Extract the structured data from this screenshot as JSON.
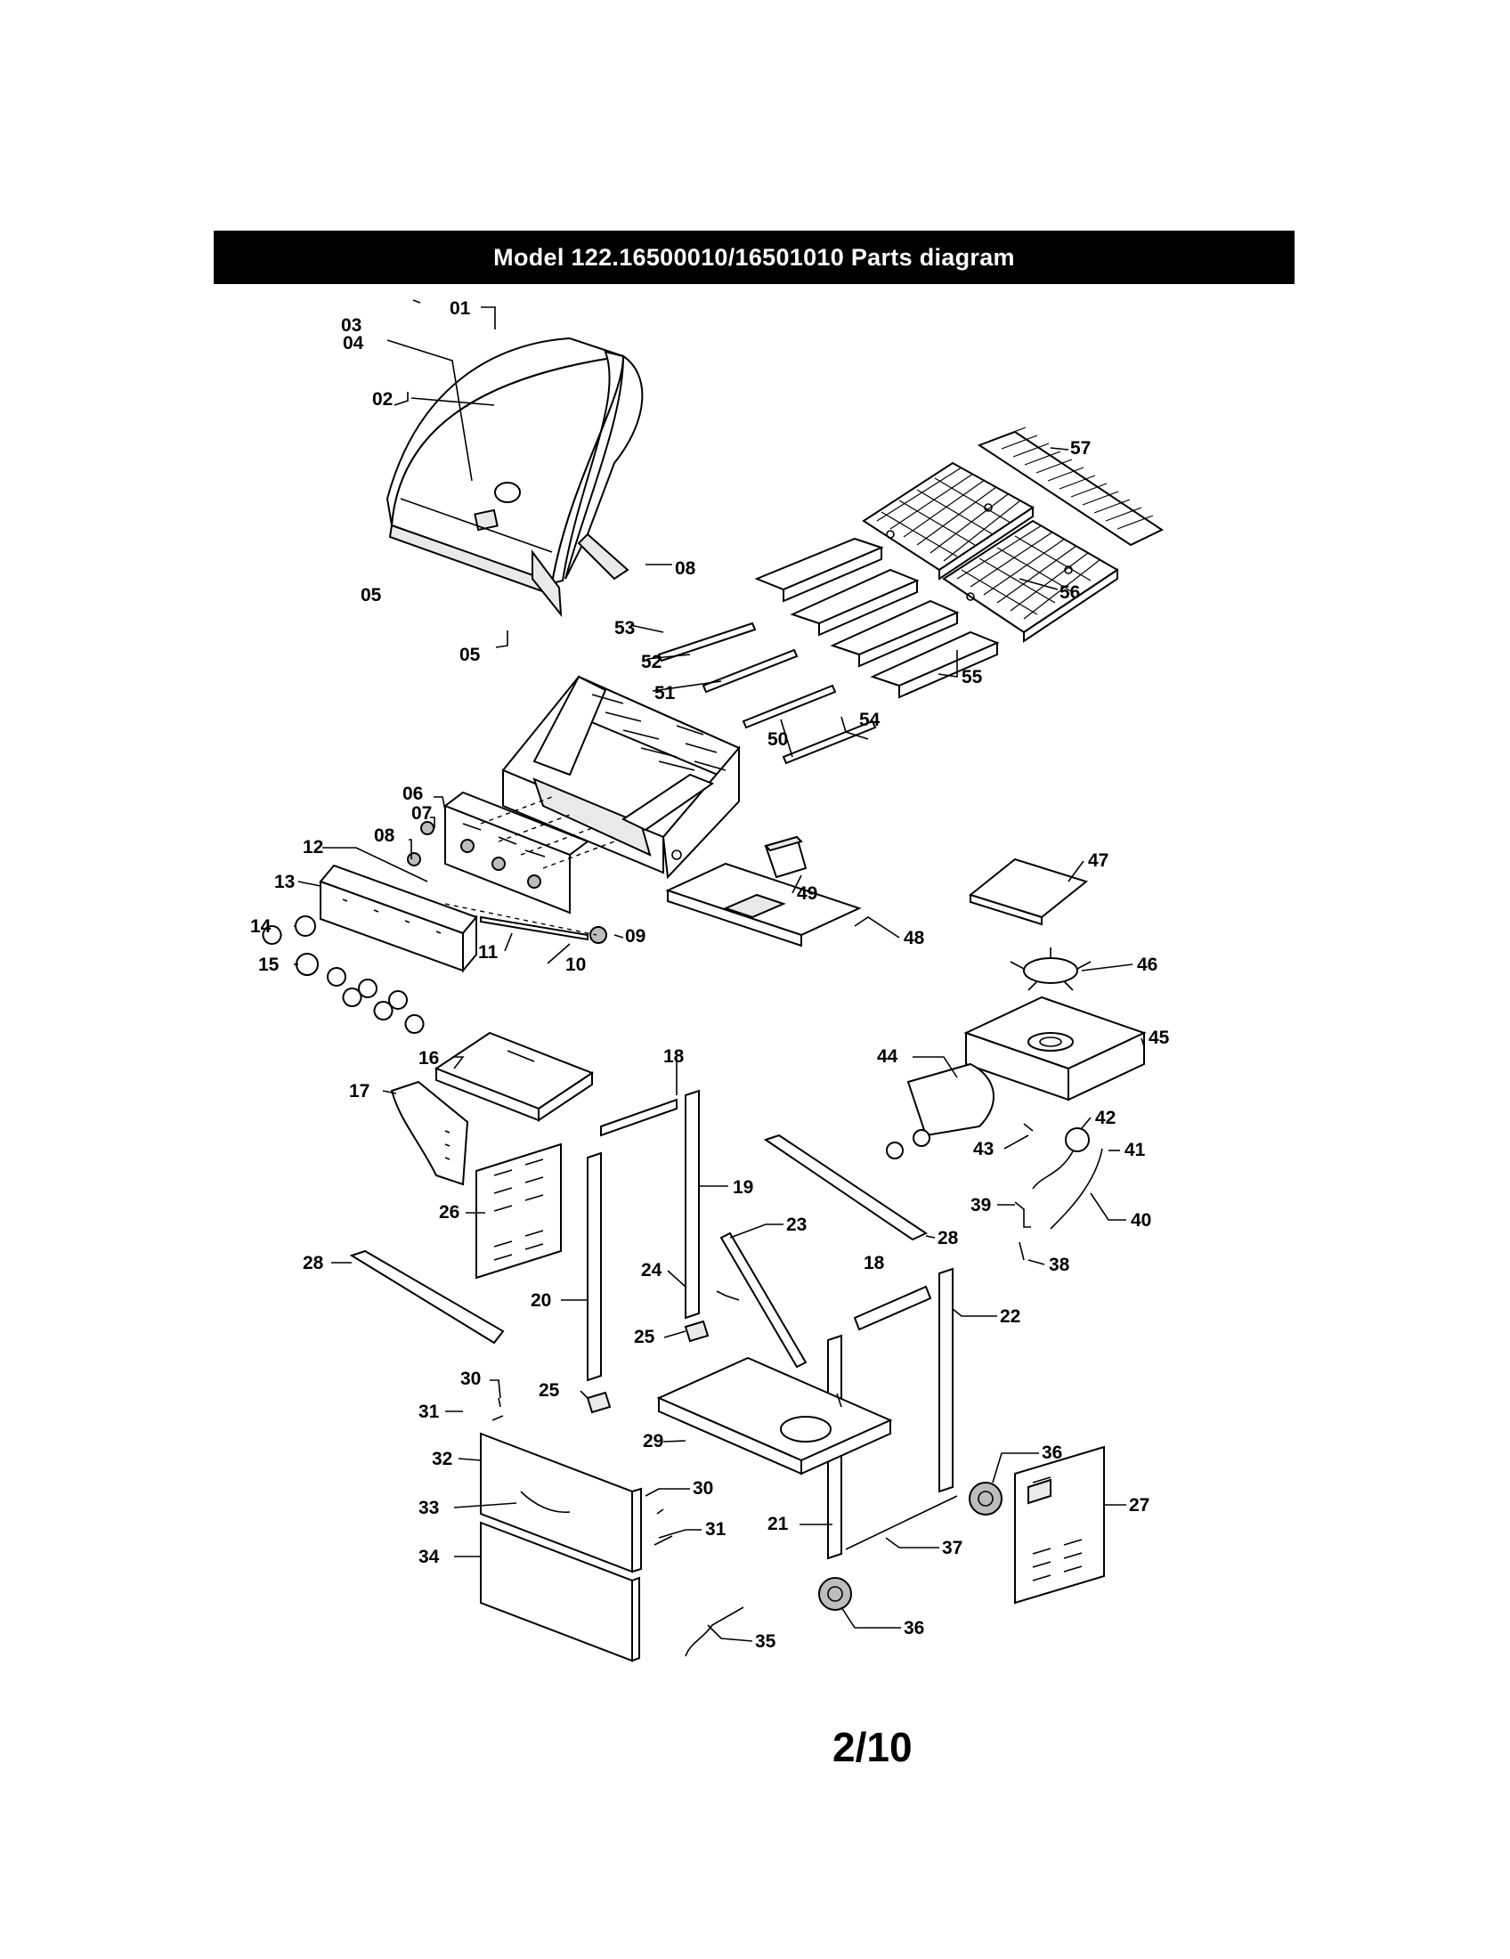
{
  "header": {
    "title": "Model 122.16500010/16501010 Parts diagram"
  },
  "footer": {
    "page": "2/10"
  },
  "part_labels": [
    "01",
    "02",
    "03",
    "04",
    "05",
    "05",
    "08",
    "53",
    "52",
    "51",
    "50",
    "54",
    "55",
    "56",
    "57",
    "06",
    "07",
    "08",
    "12",
    "13",
    "14",
    "15",
    "11",
    "10",
    "09",
    "47",
    "49",
    "48",
    "46",
    "45",
    "44",
    "43",
    "42",
    "41",
    "40",
    "39",
    "38",
    "16",
    "17",
    "18",
    "19",
    "26",
    "28",
    "23",
    "28",
    "24",
    "18",
    "22",
    "20",
    "25",
    "25",
    "29",
    "30",
    "31",
    "32",
    "33",
    "34",
    "30",
    "31",
    "21",
    "37",
    "36",
    "36",
    "27",
    "35"
  ]
}
